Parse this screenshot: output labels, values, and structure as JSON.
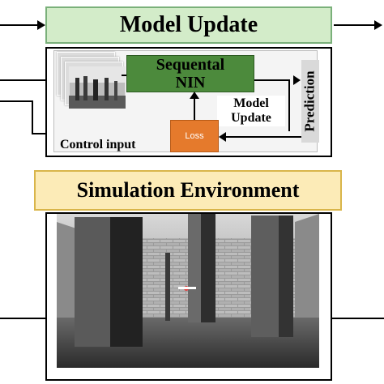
{
  "model_update": {
    "title": "Model Update",
    "network_line1": "Sequental",
    "network_line2": "NIN",
    "prediction_label": "Prediction",
    "update_line1": "Model",
    "update_line2": "Update",
    "loss_label": "Loss",
    "control_input_label": "Control input"
  },
  "simulation": {
    "title": "Simulation Environment"
  },
  "colors": {
    "model_title_bg": "#d3ecc9",
    "network_green": "#4c8a3c",
    "loss_orange": "#e57a2c",
    "sim_title_bg": "#fcebb7"
  }
}
